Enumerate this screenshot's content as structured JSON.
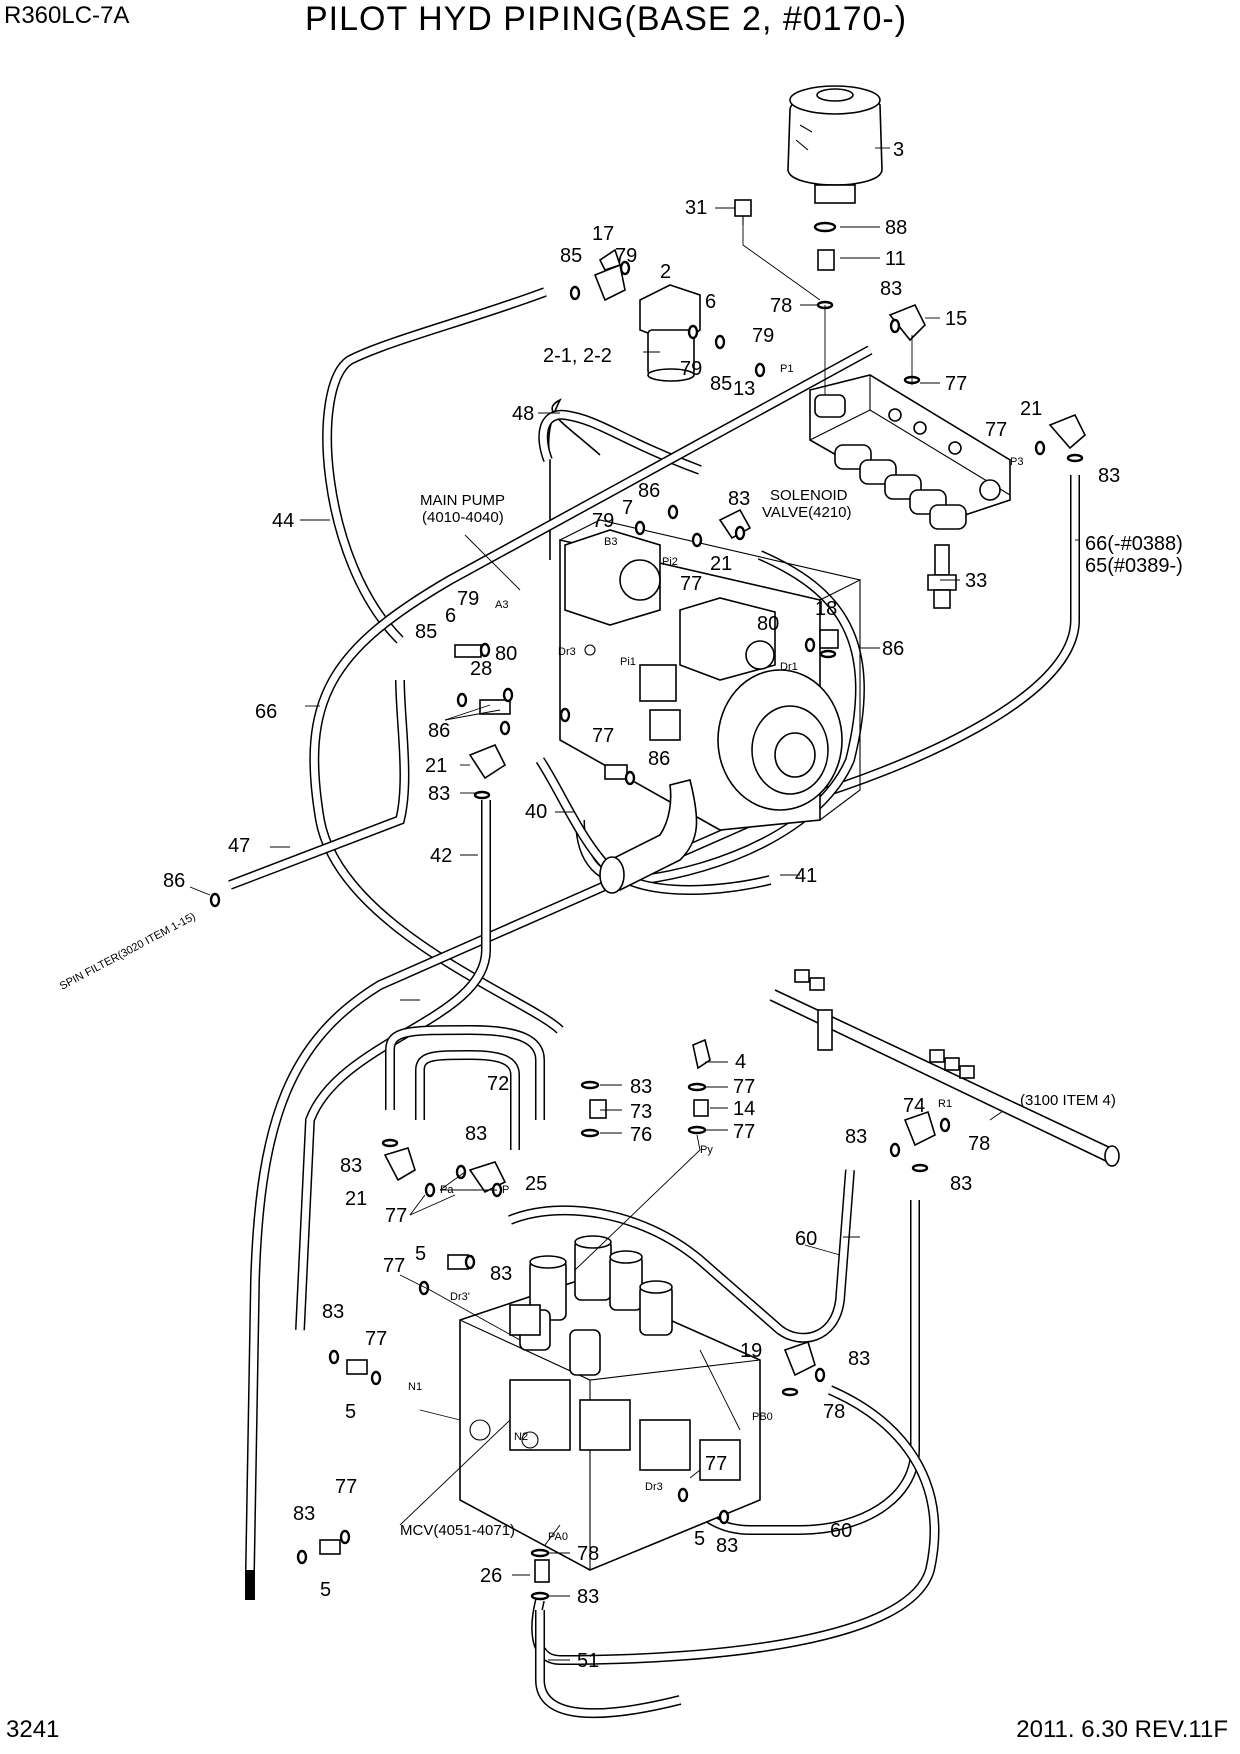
{
  "header": {
    "model": "R360LC-7A",
    "title": "PILOT HYD PIPING(BASE 2, #0170-)"
  },
  "footer": {
    "page_number": "3241",
    "revision": "2011. 6.30  REV.11F"
  },
  "labels": {
    "main_pump_1": "MAIN PUMP",
    "main_pump_2": "(4010-4040)",
    "solenoid_1": "SOLENOID",
    "solenoid_2": "VALVE(4210)",
    "mcv": "MCV(4051-4071)",
    "ref_3100": "(3100 ITEM 4)",
    "spin_filter": "SPIN FILTER(3020 ITEM 1-15)",
    "part_66": "66(-#0388)",
    "part_65": "65(#0389-)",
    "part_2_sub": "2-1, 2-2"
  },
  "ports": {
    "p1": "P1",
    "p3": "P3",
    "b3": "B3",
    "pi2": "Pi2",
    "a3": "A3",
    "dr3": "Dr3",
    "pi1": "Pi1",
    "dr1": "Dr1",
    "pa": "Pa",
    "p": "P",
    "py": "Py",
    "dr3p": "Dr3'",
    "n1": "N1",
    "n2": "N2",
    "pb0": "PB0",
    "pa0": "PA0",
    "dr3b": "Dr3",
    "r1": "R1"
  },
  "callouts": {
    "c3": "3",
    "c31": "31",
    "c88": "88",
    "c11": "11",
    "c17": "17",
    "c85a": "85",
    "c79a": "79",
    "c2": "2",
    "c6a": "6",
    "c78a": "78",
    "c83a": "83",
    "c15": "15",
    "c79b": "79",
    "c79c": "79",
    "c85b": "85",
    "c13": "13",
    "c77a": "77",
    "c21a": "21",
    "c77b": "77",
    "c83b": "83",
    "c48": "48",
    "c86a": "86",
    "c7": "7",
    "c83c": "83",
    "c79d": "79",
    "c44": "44",
    "c77c": "77",
    "c21b": "21",
    "c33": "33",
    "c79e": "79",
    "c6b": "6",
    "c85c": "85",
    "c18": "18",
    "c80a": "80",
    "c86b": "86",
    "c80b": "80",
    "c28": "28",
    "c66": "66",
    "c86c": "86",
    "c77d": "77",
    "c21c": "21",
    "c86d": "86",
    "c83d": "83",
    "c40": "40",
    "c47": "47",
    "c42": "42",
    "c86e": "86",
    "c41": "41",
    "c4": "4",
    "c72": "72",
    "c83e": "83",
    "c77e": "77",
    "c73": "73",
    "c14": "14",
    "c83f": "83",
    "c76": "76",
    "c77f": "77",
    "c74": "74",
    "c83g": "83",
    "c78b": "78",
    "c21d": "21",
    "c25": "25",
    "c83h": "83",
    "c77g": "77",
    "c60a": "60",
    "c5a": "5",
    "c77h": "77",
    "c83i": "83",
    "c83j": "83",
    "c77i": "77",
    "c5b": "5",
    "c19": "19",
    "c83k": "83",
    "c78c": "78",
    "c77j": "77",
    "c83l": "83",
    "c5c": "5",
    "c83m": "83",
    "c60b": "60",
    "c77k": "77",
    "c83n": "83",
    "c5d": "5",
    "c78d": "78",
    "c26": "26",
    "c83o": "83",
    "c51": "51"
  }
}
